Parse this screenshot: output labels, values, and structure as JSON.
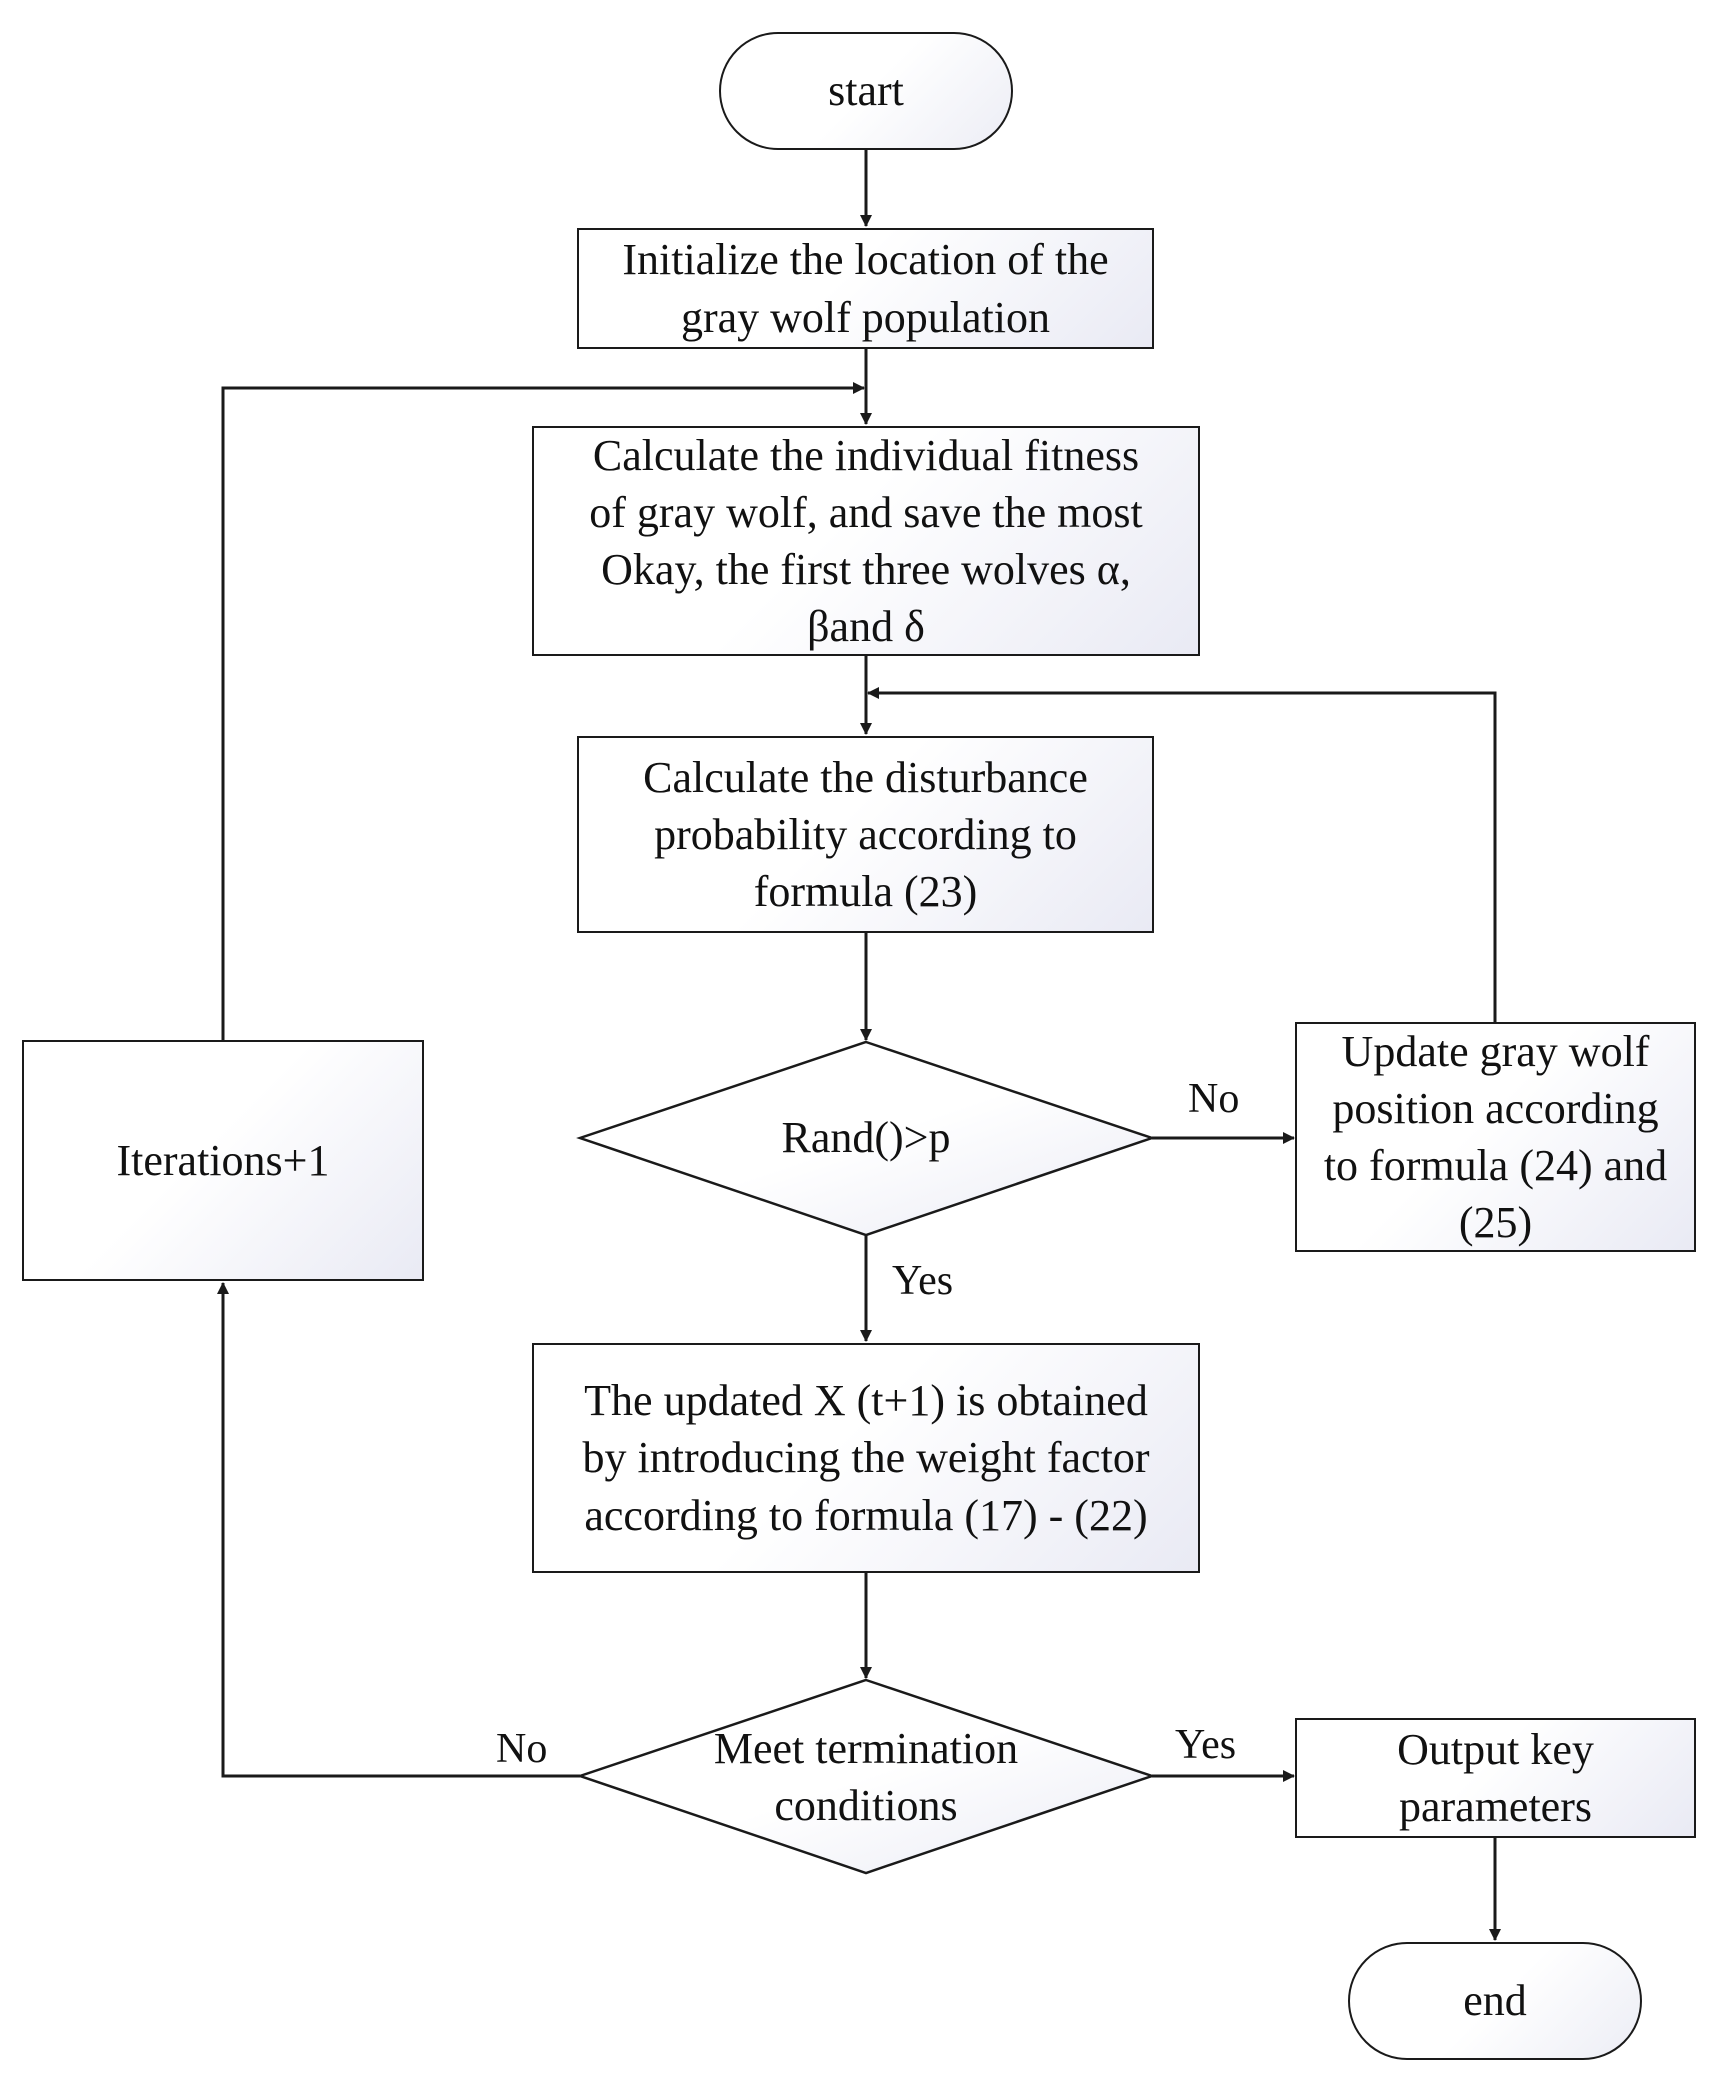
{
  "nodes": {
    "start": "start",
    "init": "Initialize the location of the\ngray wolf population",
    "fitness": "Calculate the individual fitness\nof gray wolf, and save the most\nOkay, the first three wolves α,\nβand δ",
    "disturbance": "Calculate the disturbance\nprobability according to\nformula (23)",
    "rand_decision": "Rand()>p",
    "update_position": "Update gray wolf\nposition according\nto formula (24) and\n(25)",
    "weight_update": "The updated X (t+1) is obtained\nby introducing the weight factor\naccording to formula (17) - (22)",
    "termination": "Meet termination\nconditions",
    "iterations": "Iterations+1",
    "output": "Output key\nparameters",
    "end": "end"
  },
  "edge_labels": {
    "rand_no": "No",
    "rand_yes": "Yes",
    "term_no": "No",
    "term_yes": "Yes"
  },
  "colors": {
    "stroke": "#1a1a1a",
    "fill_tint": "#e9eaf4"
  }
}
